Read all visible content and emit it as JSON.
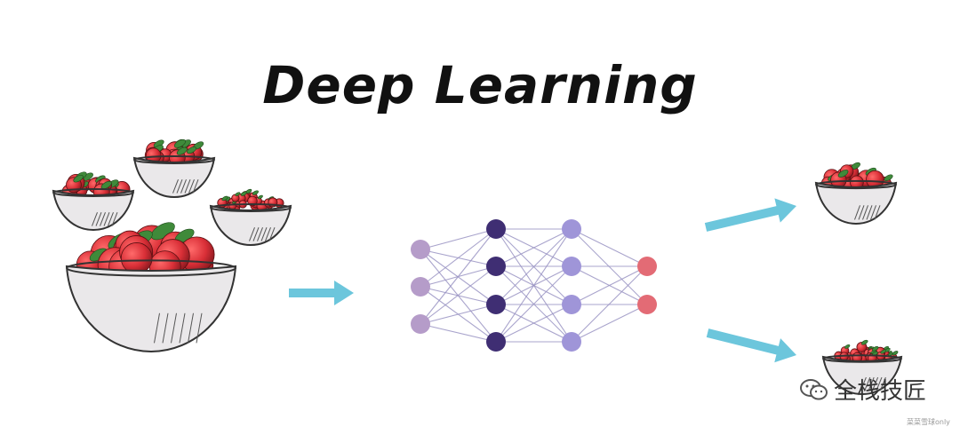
{
  "title": "Deep Learning",
  "brand": {
    "icon": "wechat-icon",
    "label": "全栈技匠",
    "tiny_label": "菜菜雪球only"
  },
  "network": {
    "layers": [
      3,
      4,
      4,
      2
    ]
  },
  "colors": {
    "arrow": "#6cc6dc",
    "input_node": "#b59cc9",
    "hidden1_node": "#3f2e73",
    "hidden2_node": "#9f95d8",
    "output_node": "#e36b75",
    "edge": "#9b95c4",
    "bowl_outline": "#333333",
    "bowl_fill": "#eae8ea",
    "tomato": "#d92f37",
    "leaf": "#3f8a3a"
  }
}
